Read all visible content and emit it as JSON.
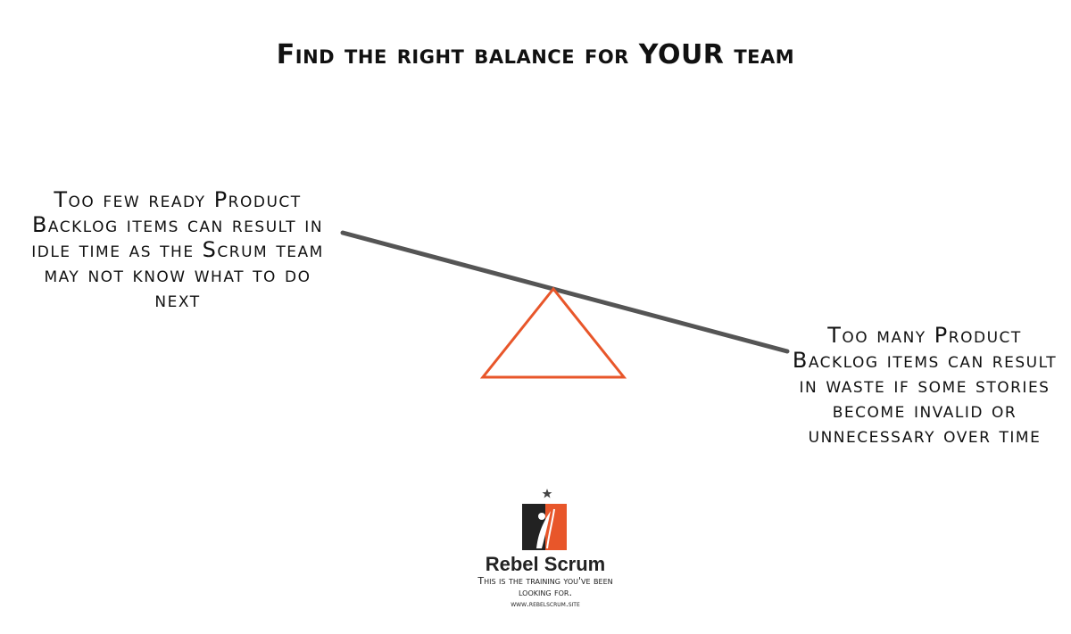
{
  "title": "Find the right balance for YOUR team",
  "left_note": "Too few ready Product Backlog items can result in idle time as the Scrum team may not know what to do next",
  "right_note": "Too many Product Backlog items can result in waste if some stories become invalid or unnecessary over time",
  "logo": {
    "name": "Rebel Scrum",
    "tagline": "This is the training you've been looking for.",
    "website": "www.rebelscrum.site"
  },
  "colors": {
    "beam": "#555555",
    "fulcrum": "#e8562a",
    "text": "#111111"
  }
}
